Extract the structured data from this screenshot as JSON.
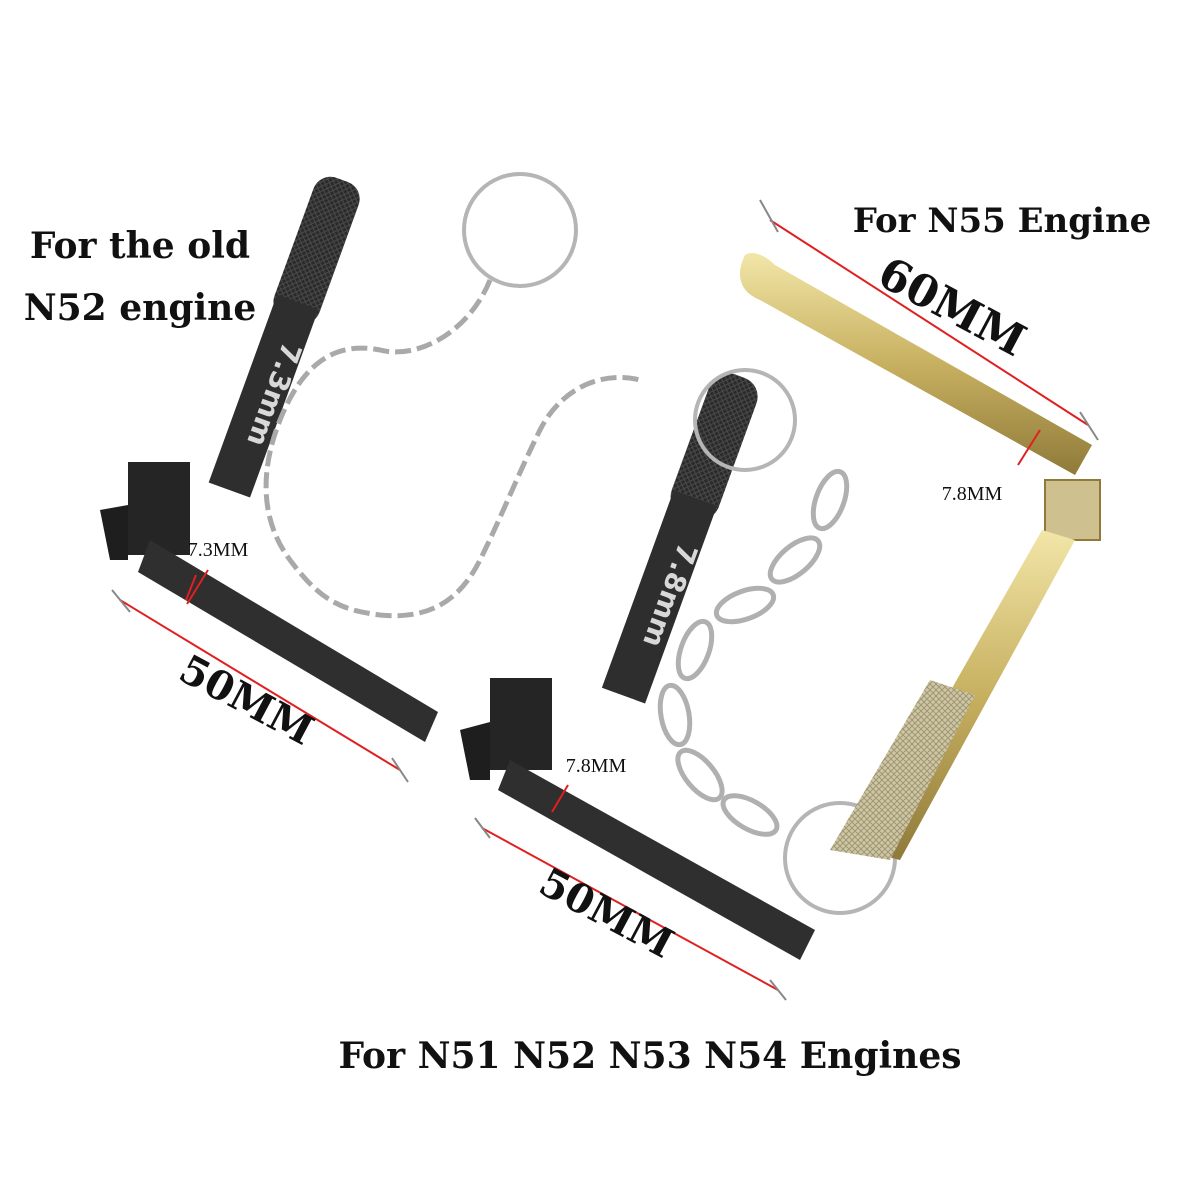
{
  "captions": {
    "old_n52": [
      "For the old",
      "N52 engine"
    ],
    "n55": "For N55 Engine",
    "bottom": "For N51 N52 N53 N54 Engines"
  },
  "dimensions": {
    "left_length": "50MM",
    "left_diameter": "7.3MM",
    "middle_length": "50MM",
    "middle_diameter": "7.8MM",
    "right_length": "60MM",
    "right_diameter": "7.8MM"
  },
  "engravings": {
    "left_tool": "7.3mm",
    "middle_tool": "7.8mm"
  },
  "colors": {
    "dimension_line": "#e02020",
    "black_tool": "#2b2b2b",
    "brass_tool": "#c9b26a",
    "chain": "#a8a8a8"
  }
}
